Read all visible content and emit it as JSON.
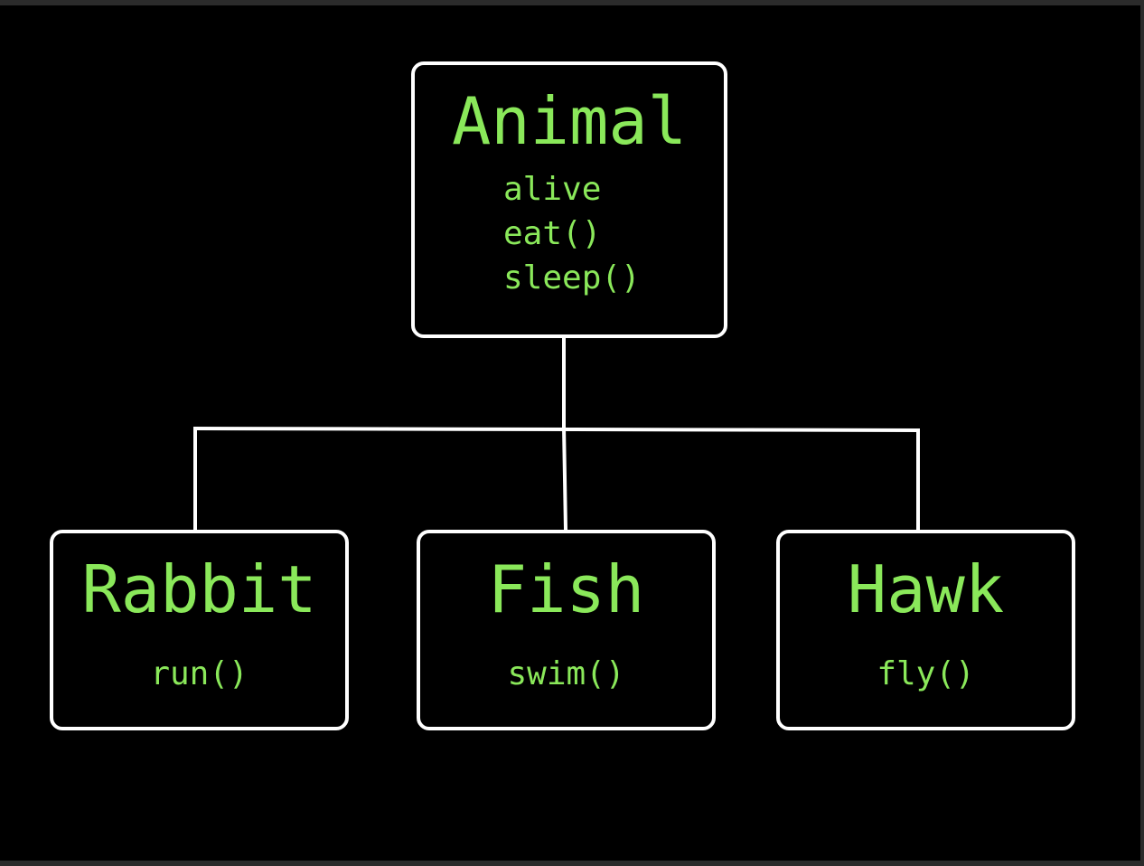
{
  "colors": {
    "background": "#000000",
    "outer": "#2b2b2b",
    "border": "#ffffff",
    "text": "#8ae85a",
    "connector": "#ffffff"
  },
  "parent": {
    "name": "Animal",
    "members": [
      "alive",
      "eat()",
      "sleep()"
    ]
  },
  "children": [
    {
      "name": "Rabbit",
      "members": [
        "run()"
      ]
    },
    {
      "name": "Fish",
      "members": [
        "swim()"
      ]
    },
    {
      "name": "Hawk",
      "members": [
        "fly()"
      ]
    }
  ]
}
